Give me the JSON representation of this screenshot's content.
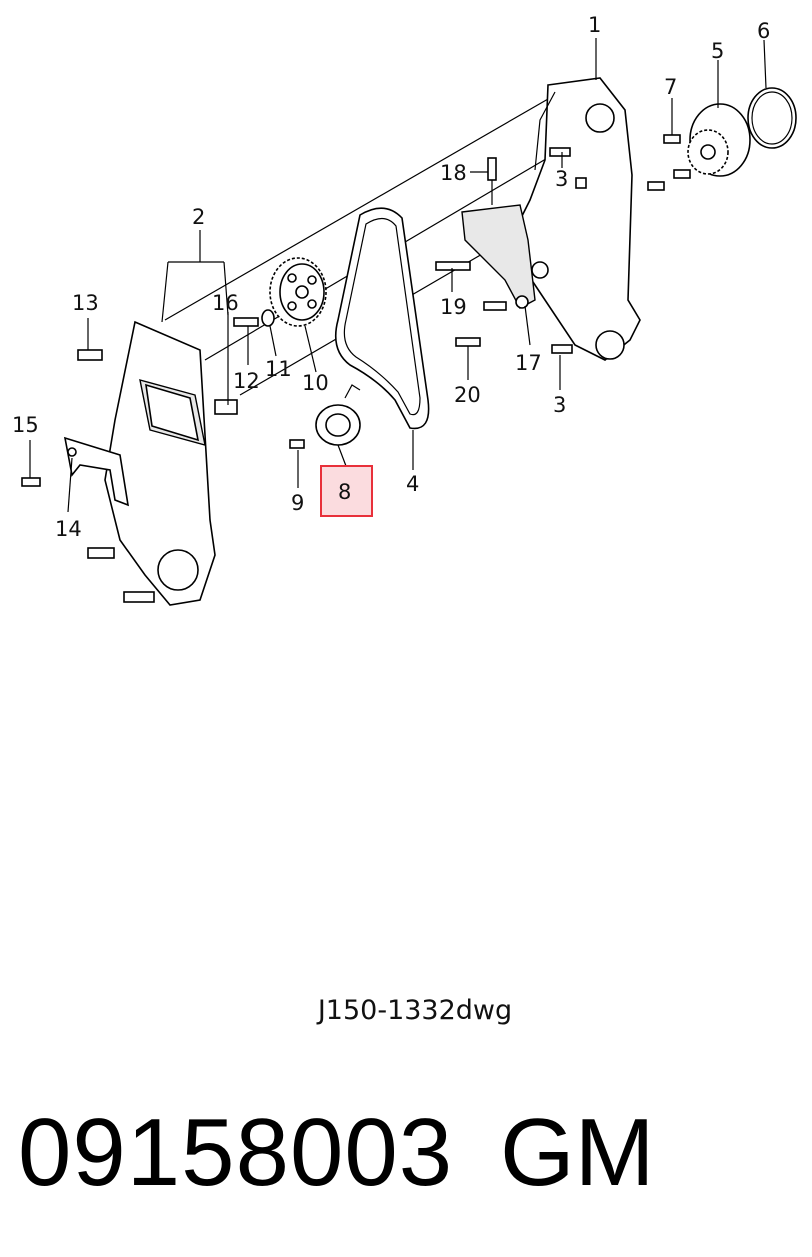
{
  "callouts": {
    "c1": "1",
    "c2": "2",
    "c3a": "3",
    "c3b": "3",
    "c4": "4",
    "c5": "5",
    "c6": "6",
    "c7": "7",
    "c8": "8",
    "c9": "9",
    "c10": "10",
    "c11": "11",
    "c12": "12",
    "c13": "13",
    "c14": "14",
    "c15": "15",
    "c16": "16",
    "c17": "17",
    "c18": "18",
    "c19": "19",
    "c20": "20"
  },
  "highlight": {
    "callout": "8",
    "border_color": "#e8303a",
    "fill_color": "#fbdcdf"
  },
  "drawing_code": "J150-1332dwg",
  "part_number": "09158003",
  "brand": "GM"
}
